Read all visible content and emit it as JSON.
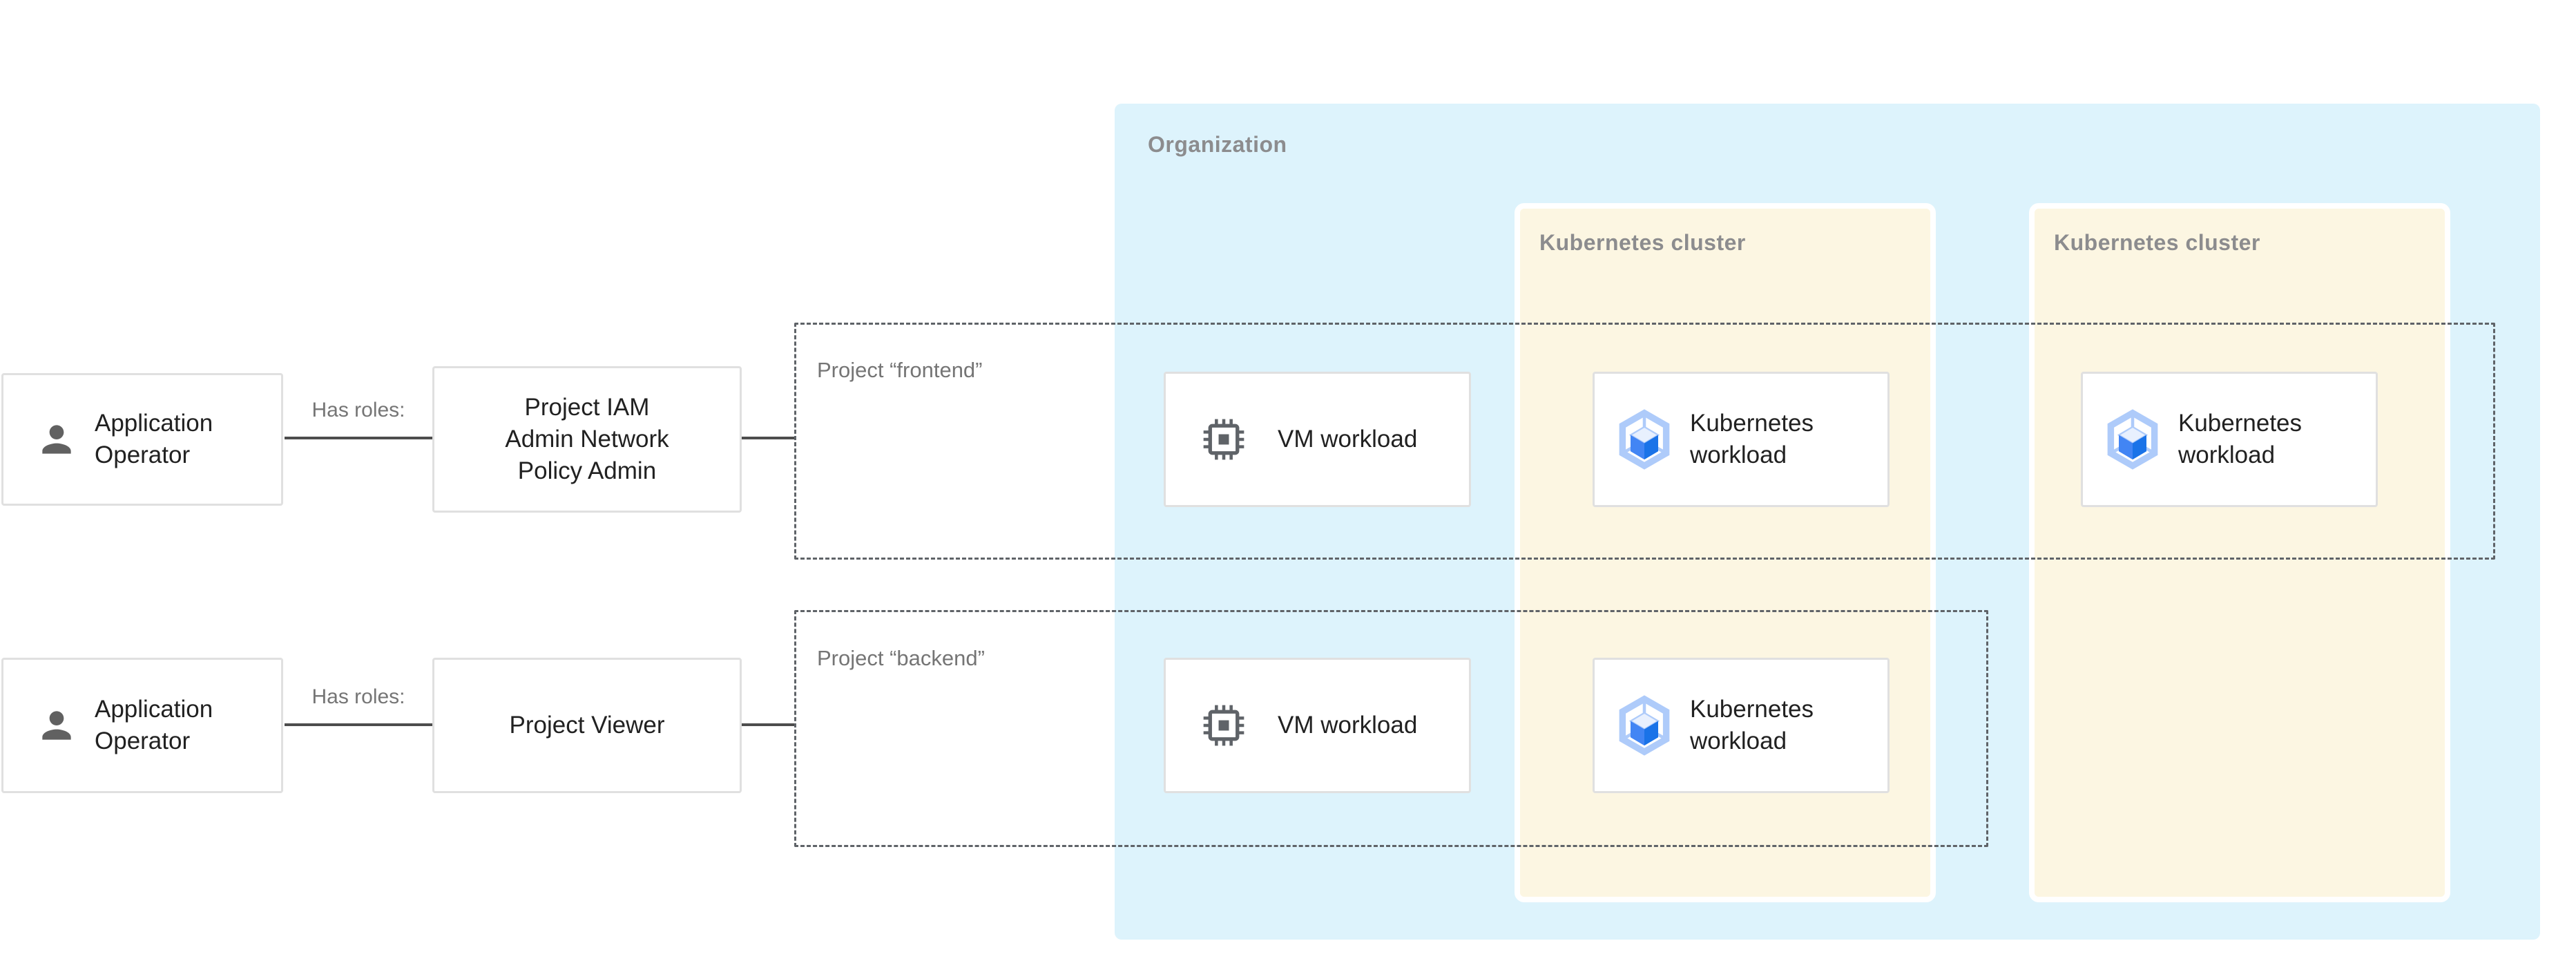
{
  "diagram": {
    "organization": {
      "label": "Organization"
    },
    "clusters": [
      {
        "label": "Kubernetes cluster"
      },
      {
        "label": "Kubernetes cluster"
      }
    ],
    "projects": [
      {
        "label": "Project “frontend”"
      },
      {
        "label": "Project “backend”"
      }
    ],
    "actors": [
      {
        "line1": "Application",
        "line2": "Operator"
      },
      {
        "line1": "Application",
        "line2": "Operator"
      }
    ],
    "relations": [
      {
        "label": "Has roles:"
      },
      {
        "label": "Has roles:"
      }
    ],
    "roles": [
      {
        "line1": "Project IAM",
        "line2": "Admin Network",
        "line3": "Policy Admin"
      },
      {
        "line1": "Project Viewer"
      }
    ],
    "workloads": {
      "vm": {
        "label": "VM workload"
      },
      "kubernetes": {
        "line1": "Kubernetes",
        "line2": "workload"
      }
    },
    "icons": {
      "person": "person-icon",
      "vm": "chip-icon",
      "kubernetes": "gke-hexagon-cube-icon"
    },
    "colors": {
      "organization_fill": "#ddf3fc",
      "cluster_fill": "#fcf6e2",
      "box_border": "#e0e0e0",
      "dashed_border": "#5f6368",
      "connector": "#4d4d4d",
      "heading_gray": "#8c8c8e",
      "label_gray": "#757575",
      "text_dark": "#212121",
      "icon_gray": "#5f6368",
      "gke_blue": "#4285f4",
      "gke_dark_blue": "#1a73e8",
      "gke_light_blue": "#aecbfa"
    }
  }
}
